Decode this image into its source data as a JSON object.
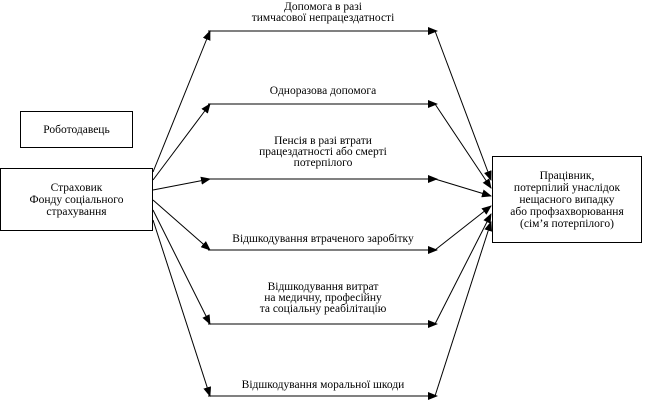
{
  "employer": "Роботодавець",
  "insurer": "Страховик\nФонду соціального\nстрахування",
  "worker": "Працівник,\nпотерпілий унаслідок\nнещасного випадку\nабо профзахворювання\n(сім’я потерпілого)",
  "benefits": [
    "Допомога в разі\nтимчасової непрацездатності",
    "Одноразова допомога",
    "Пенсія в разі втрати\nпрацездатності або смерті\nпотерпілого",
    "Відшкодування втраченого заробітку",
    "Відшкодування витрат\nна медичну, професійну\nта соціальну реабілітацію",
    "Відшкодування моральної шкоди"
  ]
}
